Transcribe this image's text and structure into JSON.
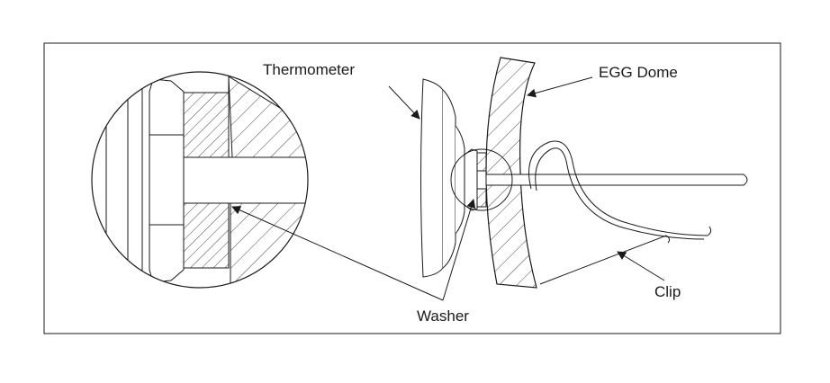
{
  "diagram": {
    "labels": {
      "thermometer": "Thermometer",
      "egg_dome": "EGG Dome",
      "clip": "Clip",
      "washer": "Washer"
    },
    "colors": {
      "ink": "#1a1a1a",
      "background": "#ffffff"
    }
  }
}
